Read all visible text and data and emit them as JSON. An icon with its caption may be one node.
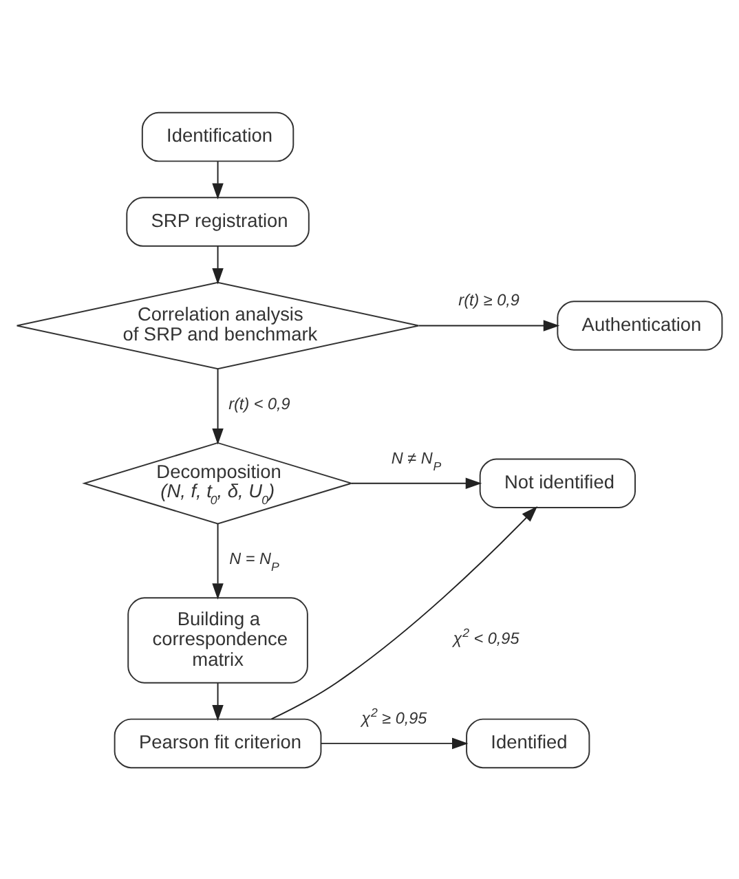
{
  "diagram": {
    "nodes": [
      {
        "text": [
          "Identification"
        ]
      },
      {
        "text": [
          "SRP registration"
        ]
      },
      {
        "text": [
          "Correlation analysis of SRP and benchmark"
        ]
      },
      {
        "text": [
          "Authentication"
        ]
      },
      {
        "text": [
          "Decomposition",
          "*(N, f, t$_{0}$, δ, U$_{0}$)*"
        ]
      },
      {
        "text": [
          "Not identified"
        ]
      },
      {
        "text": [
          "Building a correspondence matrix"
        ]
      },
      {
        "text": [
          "Pearson fit criterion"
        ]
      },
      {
        "text": [
          "Identified"
        ]
      }
    ],
    "edges": [
      {
        "from": 0,
        "to": 1,
        "arrow": "to"
      },
      {
        "from": 1,
        "to": 2,
        "arrow": "to"
      },
      {
        "from": 2,
        "to": 3,
        "arrow": "to",
        "label": "r(t) ≥ 0,9"
      },
      {
        "from": 2,
        "to": 4,
        "arrow": "to",
        "label": "r(t) < 0,9"
      },
      {
        "from": 4,
        "to": 5,
        "arrow": "to",
        "label": "N ≠ N$_{P}$"
      },
      {
        "from": 4,
        "to": 6,
        "arrow": "to",
        "label": "N = N$_{P}$"
      },
      {
        "from": 6,
        "to": 7,
        "arrow": "to"
      },
      {
        "from": 7,
        "to": 5,
        "arrow": "to",
        "label": "χ$^{2}$ < 0,95"
      },
      {
        "from": 7,
        "to": 8,
        "arrow": "to",
        "label": "χ$^{2}$ ≥ 0,95"
      }
    ]
  }
}
